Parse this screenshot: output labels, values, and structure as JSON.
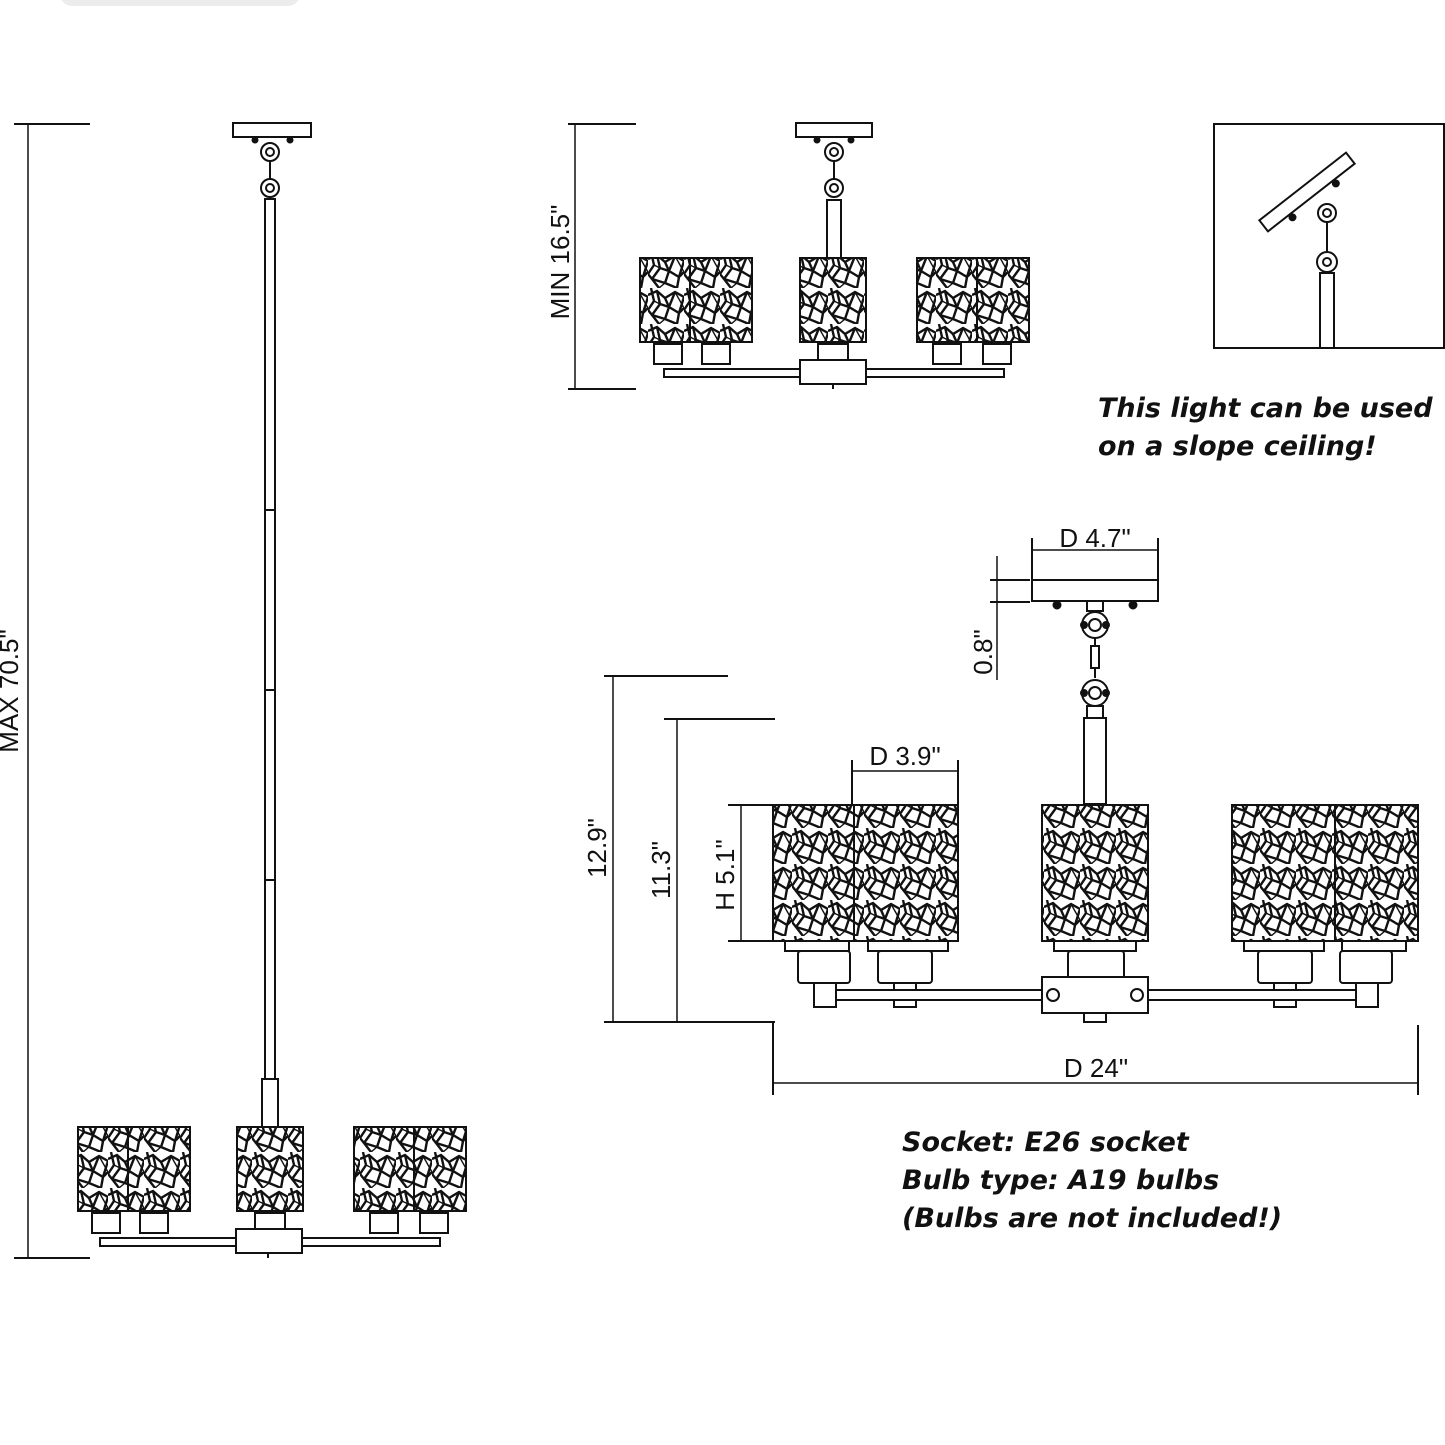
{
  "dimensions": {
    "max_height": "MAX 70.5\"",
    "min_height": "MIN 16.5\"",
    "canopy_diameter": "D 4.7\"",
    "canopy_height": "0.8\"",
    "overall_height": "12.9\"",
    "body_height": "11.3\"",
    "shade_height": "H 5.1\"",
    "shade_diameter": "D 3.9\"",
    "overall_diameter": "D 24\""
  },
  "notes": {
    "slope_line_1": "This light can be used",
    "slope_line_2": "on a slope ceiling!",
    "socket": "Socket: E26 socket",
    "bulb_type": "Bulb type: A19 bulbs",
    "bulbs_note": "(Bulbs are not included!)"
  },
  "colors": {
    "line": "#111111",
    "background": "#ffffff"
  }
}
